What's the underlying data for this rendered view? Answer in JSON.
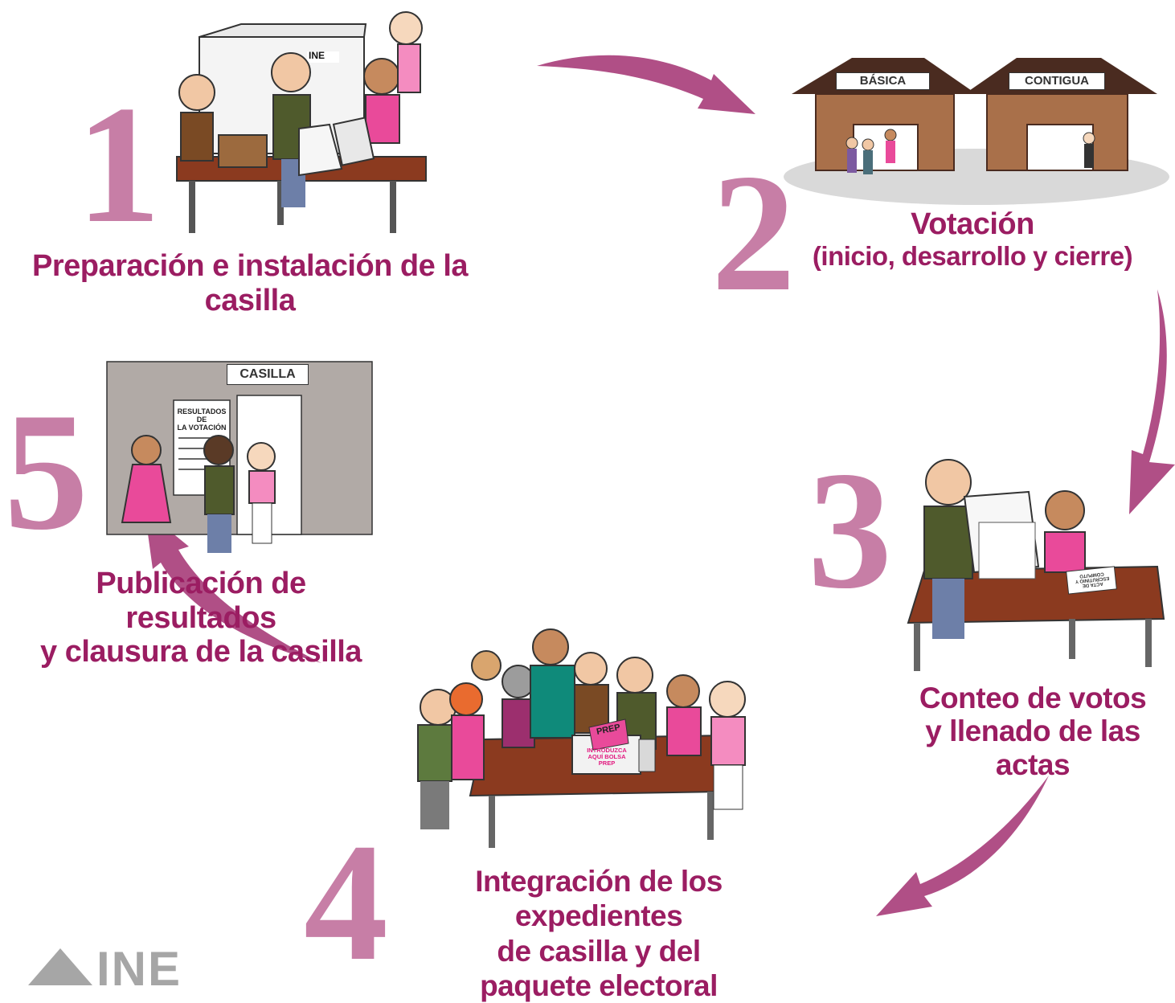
{
  "steps": [
    {
      "number": "1",
      "caption": [
        "Preparación e instalación de la casilla"
      ]
    },
    {
      "number": "2",
      "caption": [
        "Votación",
        "(inicio, desarrollo y cierre)"
      ],
      "signs": [
        "BÁSICA",
        "CONTIGUA"
      ]
    },
    {
      "number": "3",
      "caption": [
        "Conteo de votos",
        "y llenado de las actas"
      ],
      "document": "ACTA DE ESCRUTINIO Y CÓMPUTO"
    },
    {
      "number": "4",
      "caption": [
        "Integración de los expedientes",
        "de casilla y del",
        "paquete electoral"
      ],
      "box_label": [
        "INTRODUZCA",
        "AQUÍ BOLSA",
        "PREP"
      ],
      "bag_label": "PREP"
    },
    {
      "number": "5",
      "caption": [
        "Publicación de resultados",
        "y clausura de la casilla"
      ],
      "sign": "CASILLA",
      "poster": [
        "RESULTADOS DE",
        "LA VOTACIÓN"
      ]
    }
  ],
  "booth_logo": "INE",
  "logo": "INE",
  "colors": {
    "number": "#c77ea6",
    "caption": "#9b1d62",
    "arrow": "#b04f86",
    "logo": "#a6a6a6"
  }
}
